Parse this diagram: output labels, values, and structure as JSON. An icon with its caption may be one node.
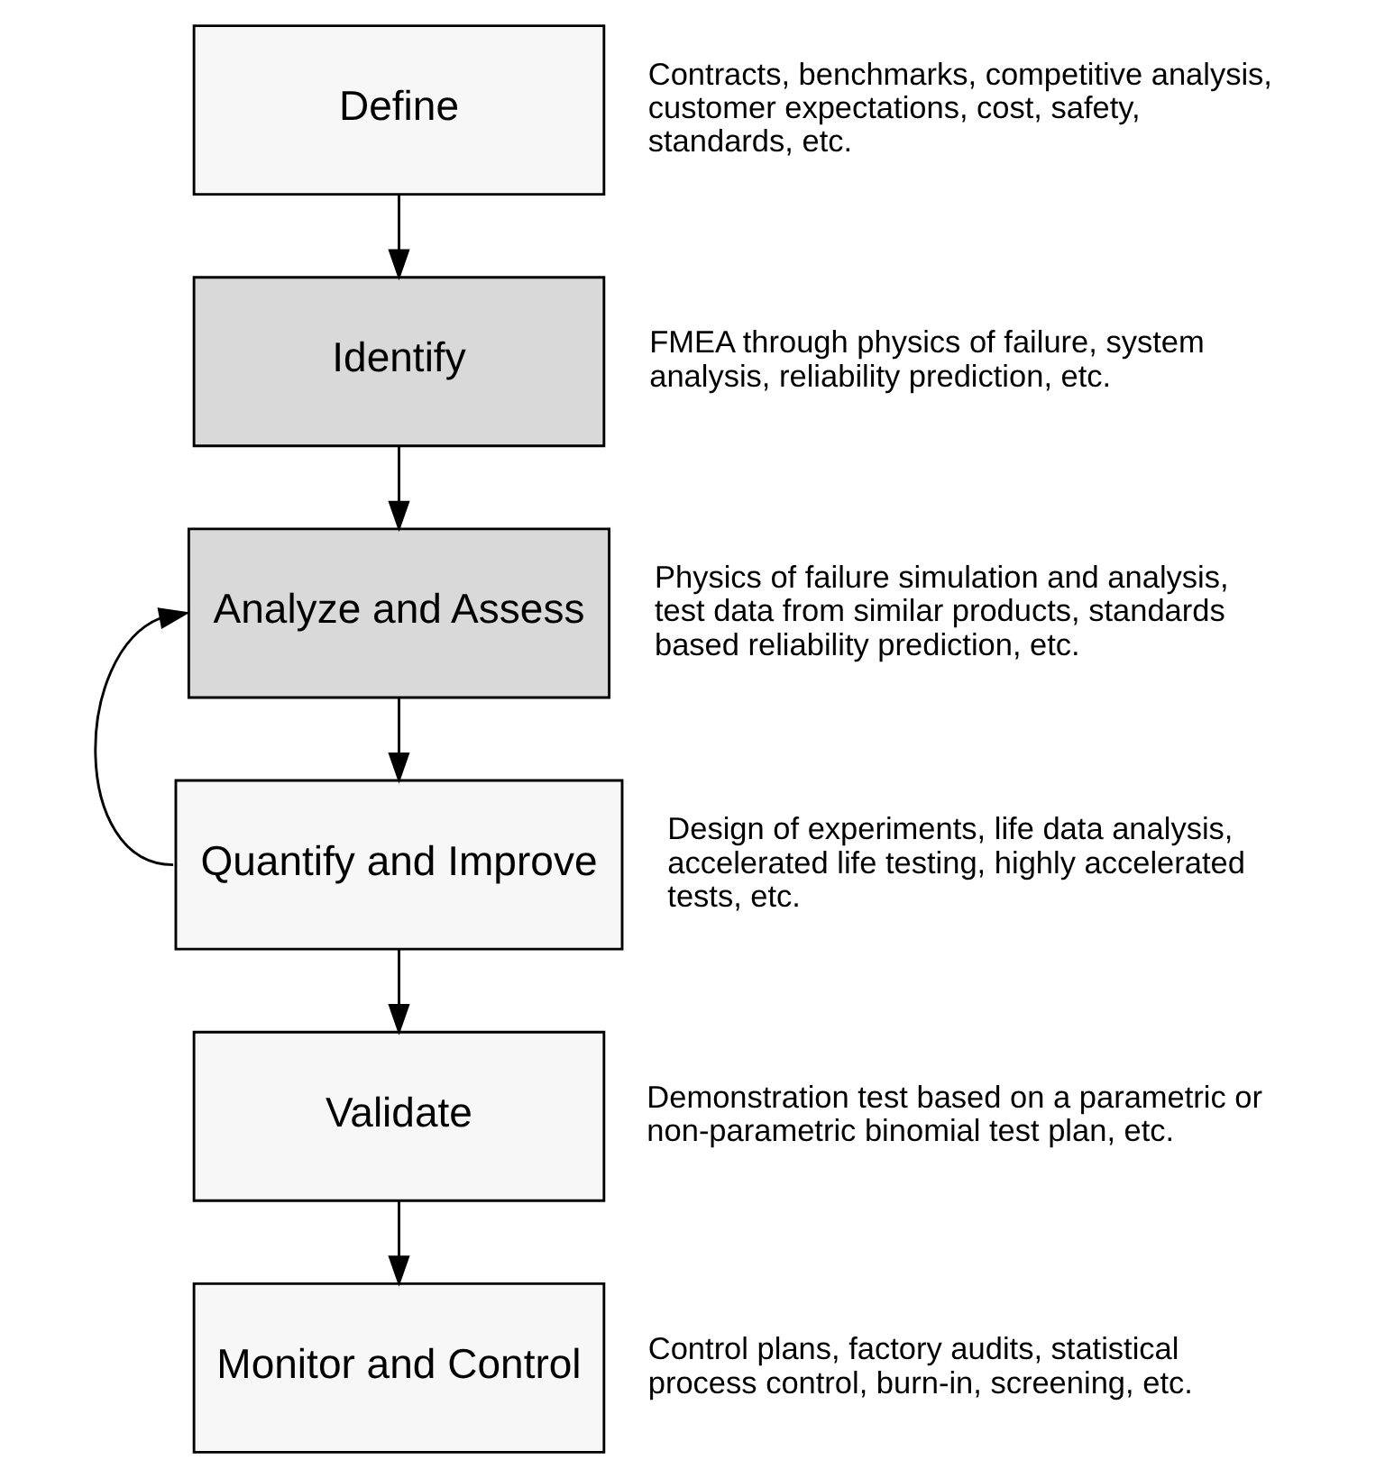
{
  "diagram": {
    "nodes": [
      {
        "text": [
          "Define"
        ],
        "beside": [
          "Contracts, benchmarks, competitive analysis, customer expectations, cost, safety, standards, etc."
        ]
      },
      {
        "text": [
          "Identify"
        ],
        "beside": [
          "FMEA through physics of failure, system analysis, reliability prediction, etc."
        ]
      },
      {
        "text": [
          "Analyze and Assess"
        ],
        "beside": [
          "Physics of failure simulation and analysis, test data from similar products, standards based reliability prediction, etc."
        ]
      },
      {
        "text": [
          "Quantify and Improve"
        ],
        "beside": [
          "Design of experiments, life data analysis, accelerated life testing, highly accelerated tests, etc."
        ]
      },
      {
        "text": [
          "Validate"
        ],
        "beside": [
          "Demonstration test based on a parametric or non-parametric binomial test plan, etc."
        ]
      },
      {
        "text": [
          "Monitor and Control"
        ],
        "beside": [
          "Control plans, factory audits, statistical process control, burn-in, screening, etc."
        ]
      }
    ],
    "edges": [
      {
        "from": 0,
        "to": 1,
        "arrow": "to"
      },
      {
        "from": 1,
        "to": 2,
        "arrow": "to"
      },
      {
        "from": 2,
        "to": 3,
        "arrow": "to"
      },
      {
        "from": 3,
        "to": 2,
        "arrow": "to"
      },
      {
        "from": 3,
        "to": 4,
        "arrow": "to"
      },
      {
        "from": 4,
        "to": 5,
        "arrow": "to"
      }
    ]
  }
}
